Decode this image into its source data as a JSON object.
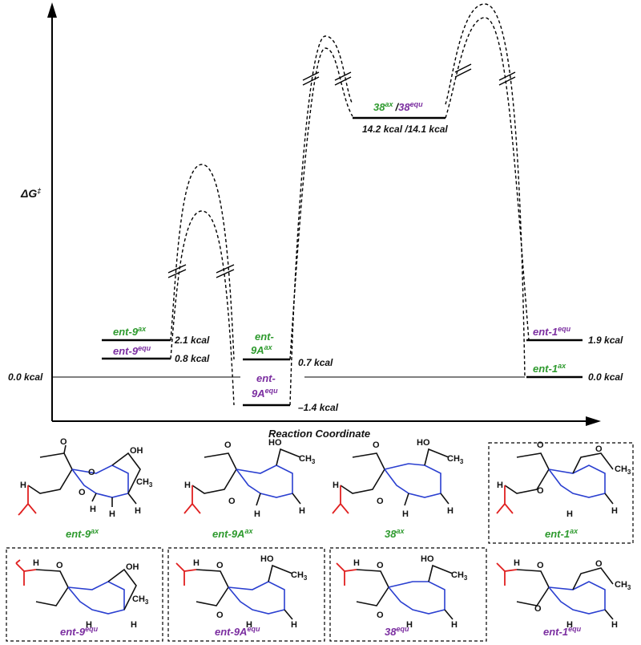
{
  "axes": {
    "y_label_main": "ΔG",
    "y_label_sup": "‡",
    "x_label": "Reaction Coordinate",
    "zero_label": "0.0 kcal"
  },
  "levels": {
    "ent9ax": {
      "name": "ent-9",
      "sup": "ax",
      "energy": "2.1 kcal"
    },
    "ent9equ": {
      "name": "ent-9",
      "sup": "equ",
      "energy": "0.8 kcal"
    },
    "ent9Aax": {
      "name_line1": "ent-",
      "name_line2": "9A",
      "sup": "ax",
      "energy": "0.7 kcal"
    },
    "ent9Aequ": {
      "name_line1": "ent-",
      "name_line2": "9A",
      "sup": "equ",
      "energy": "–1.4 kcal"
    },
    "i38": {
      "name_ax": "38",
      "sup_ax": "ax",
      "slash": "/",
      "name_equ": "38",
      "sup_equ": "equ",
      "energy": "14.2 kcal /14.1 kcal"
    },
    "ent1equ": {
      "name": "ent-1",
      "sup": "equ",
      "energy": "1.9 kcal"
    },
    "ent1ax": {
      "name": "ent-1",
      "sup": "ax",
      "energy": "0.0 kcal"
    }
  },
  "structures_top": [
    {
      "name": "ent-9",
      "sup": "ax"
    },
    {
      "name": "ent-9A",
      "sup": "ax"
    },
    {
      "name": "38",
      "sup": "ax"
    },
    {
      "name": "ent-1",
      "sup": "ax"
    }
  ],
  "structures_bottom": [
    {
      "name": "ent-9",
      "sup": "equ"
    },
    {
      "name": "ent-9A",
      "sup": "equ"
    },
    {
      "name": "38",
      "sup": "equ"
    },
    {
      "name": "ent-1",
      "sup": "equ"
    }
  ],
  "atoms": {
    "O": "O",
    "OH": "OH",
    "HO": "HO",
    "H": "H",
    "CH3": "CH",
    "CH3_sub": "3"
  },
  "colors": {
    "ax_green": "#2e9a2e",
    "equ_purple": "#7b2ea0",
    "bond_blue": "#2a3fd0",
    "isopropenyl_red": "#e02020"
  }
}
